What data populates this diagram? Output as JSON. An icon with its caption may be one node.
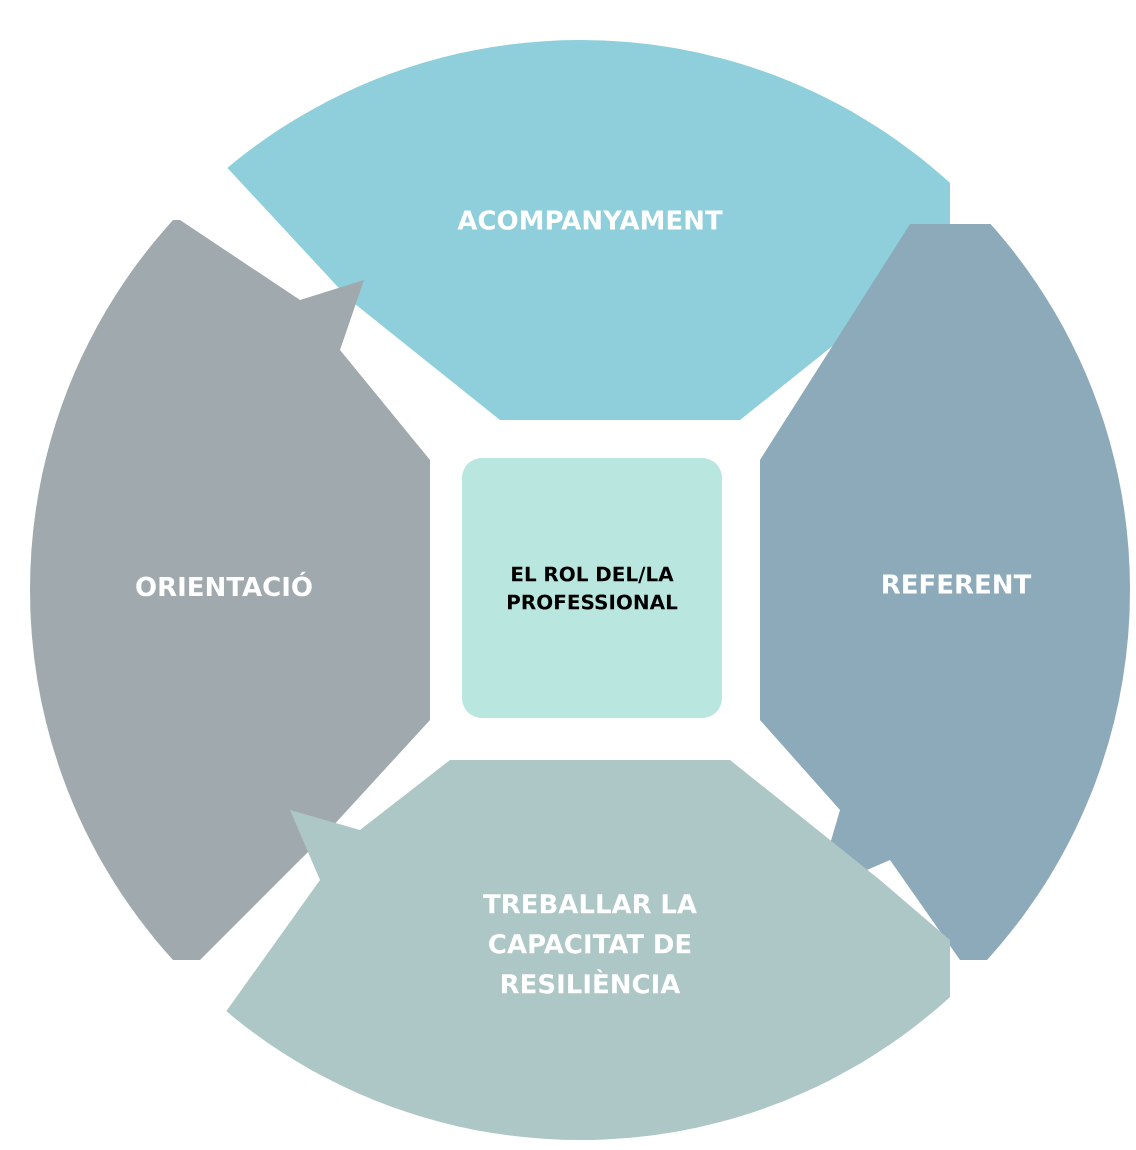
{
  "diagram": {
    "nodes": [
      {
        "text": [
          "ACOMPANYAMENT"
        ]
      },
      {
        "text": [
          "ORIENTACIÓ"
        ]
      },
      {
        "text": [
          "EL ROL DEL/LA PROFESSIONAL"
        ]
      },
      {
        "text": [
          "REFERENT"
        ]
      },
      {
        "text": [
          "TREBALLAR LA CAPACITAT DE RESILIÈNCIA"
        ]
      }
    ]
  }
}
